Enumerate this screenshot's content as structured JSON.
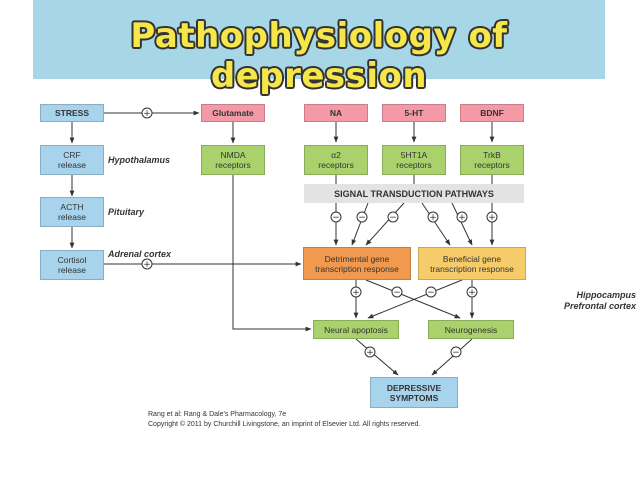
{
  "title": "Pathophysiology of depression",
  "boxes": {
    "stress": "STRESS",
    "crf": "CRF release",
    "acth": "ACTH release",
    "cortisol": "Cortisol release",
    "glutamate": "Glutamate",
    "nmda": "NMDA receptors",
    "na": "NA",
    "ht5": "5-HT",
    "bdnf": "BDNF",
    "alpha2_line1": "α2",
    "alpha2_line2": "receptors",
    "ht1a_line1": "5HT1A",
    "ht1a_line2": "receptors",
    "trkb_line1": "TrkB",
    "trkb_line2": "receptors",
    "signal": "SIGNAL TRANSDUCTION PATHWAYS",
    "detrimental_line1": "Detrimental gene",
    "detrimental_line2": "transcription response",
    "beneficial_line1": "Beneficial gene",
    "beneficial_line2": "transcription response",
    "apoptosis": "Neural apoptosis",
    "neurogenesis": "Neurogenesis",
    "depressive_line1": "DEPRESSIVE",
    "depressive_line2": "SYMPTOMS"
  },
  "labels": {
    "hypothalamus": "Hypothalamus",
    "pituitary": "Pituitary",
    "adrenal": "Adrenal cortex",
    "hippocampus": "Hippocampus",
    "prefrontal": "Prefrontal cortex"
  },
  "citation": {
    "line1": "Rang et al: Rang & Dale's Pharmacology, 7e",
    "line2": "Copyright © 2011 by Churchill Livingstone, an imprint of Elsevier Ltd. All rights reserved."
  },
  "signs": {
    "plus": "+",
    "minus": "−"
  },
  "colors": {
    "banner": "#a7d6e6",
    "title_fill": "#f5e74a",
    "blue_box": "#a8d3ec",
    "pink_box": "#f49aa6",
    "green_box": "#a9d26c",
    "orange_box": "#f19a4f",
    "yellow_box": "#f6cc6a",
    "grey_box": "#e3e3e3"
  }
}
